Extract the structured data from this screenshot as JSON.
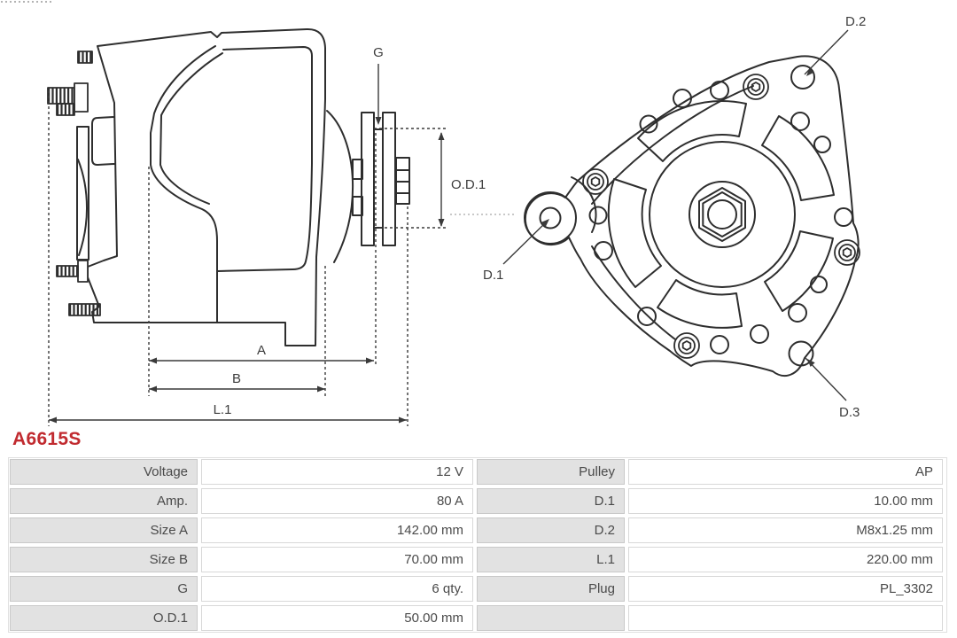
{
  "part_number": "A6615S",
  "colors": {
    "part_number_red": "#c12b30",
    "drawing_line": "#2e2e2e",
    "table_label_bg": "#e2e2e2",
    "table_text": "#4a4a4a"
  },
  "side_view": {
    "labels": {
      "g": "G",
      "od1": "O.D.1",
      "a": "A",
      "b": "B",
      "l1": "L.1"
    }
  },
  "rear_view": {
    "labels": {
      "d1": "D.1",
      "d2": "D.2",
      "d3": "D.3"
    }
  },
  "spec_table": {
    "rows": [
      {
        "left_label": "Voltage",
        "left_value": "12 V",
        "right_label": "Pulley",
        "right_value": "AP"
      },
      {
        "left_label": "Amp.",
        "left_value": "80 A",
        "right_label": "D.1",
        "right_value": "10.00 mm"
      },
      {
        "left_label": "Size A",
        "left_value": "142.00 mm",
        "right_label": "D.2",
        "right_value": "M8x1.25 mm"
      },
      {
        "left_label": "Size B",
        "left_value": "70.00 mm",
        "right_label": "L.1",
        "right_value": "220.00 mm"
      },
      {
        "left_label": "G",
        "left_value": "6 qty.",
        "right_label": "Plug",
        "right_value": "PL_3302"
      },
      {
        "left_label": "O.D.1",
        "left_value": "50.00 mm",
        "right_label": "",
        "right_value": ""
      }
    ]
  }
}
